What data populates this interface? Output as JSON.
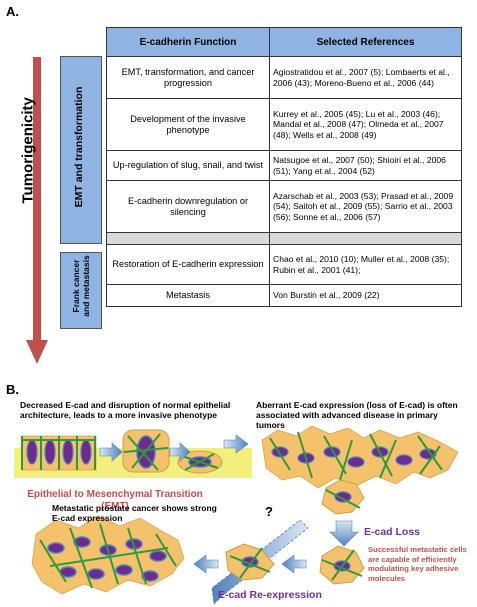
{
  "panel_a_label": "A.",
  "panel_b_label": "B.",
  "tumorigenicity_label": "Tumorigenicity",
  "table": {
    "header_function": "E-cadherin Function",
    "header_refs": "Selected References",
    "rows": [
      {
        "fn": "EMT, transformation, and cancer progression",
        "refs": "Agiostratidou et al., 2007 (5); Lombaerts et al., 2006 (43); Moreno-Bueno et al., 2006 (44)"
      },
      {
        "fn": "Development of the invasive phenotype",
        "refs": "Kurrey et al., 2005 (45); Lu et al., 2003 (46); Mandal et al., 2008 (47); Olmeda et al., 2007 (48); Wells et al., 2008 (49)"
      },
      {
        "fn": "Up-regulation of slug, snail, and twist",
        "refs": "Natsugoe et al., 2007 (50); Shioiri et al., 2006 (51); Yang et al., 2004 (52)"
      },
      {
        "fn": "E-cadherin downregulation or silencing",
        "refs": "Azarschab et al., 2003 (53); Prasad et al., 2009 (54); Saitoh et al., 2009 (55); Sarrio et al., 2003 (56); Sonne et al., 2006 (57)"
      },
      {
        "fn": "Restoration of E-cadherin expression",
        "refs": "Chao et al., 2010 (10); Muller et al., 2008 (35); Rubin et al., 2001 (41);"
      },
      {
        "fn": "Metastasis",
        "refs": "Von Burstin et al., 2009 (22)"
      }
    ]
  },
  "side_labels": {
    "emt": "EMT and transformation",
    "frank": "Frank cancer and metastasis"
  },
  "panel_b": {
    "caption_left": "Decreased E-cad and disruption of normal epithelial architecture, leads to a more invasive phenotype",
    "caption_right": "Aberrant E-cad expression (loss of E-cad) is often associated with advanced disease in primary tumors",
    "emt_label": "Epithelial to Mesenchymal Transition (EMT)",
    "question_mark": "?",
    "caption_metastatic": "Metastatic prostate cancer shows strong E-cad expression",
    "ecad_loss": "E-cad Loss",
    "successful_note": "Successful metastatic cells are capable of efficiently modulating key adhesive molecules",
    "ecad_reexpression": "E-cad Re-expression"
  },
  "colors": {
    "header_blue": "#8fb4e3",
    "arrow_red": "#c0504d",
    "cell_orange": "#f5c26b",
    "nucleus_purple": "#6b2c91",
    "fiber_green": "#2e9a3a",
    "arrow_blue": "#4f81bd"
  }
}
